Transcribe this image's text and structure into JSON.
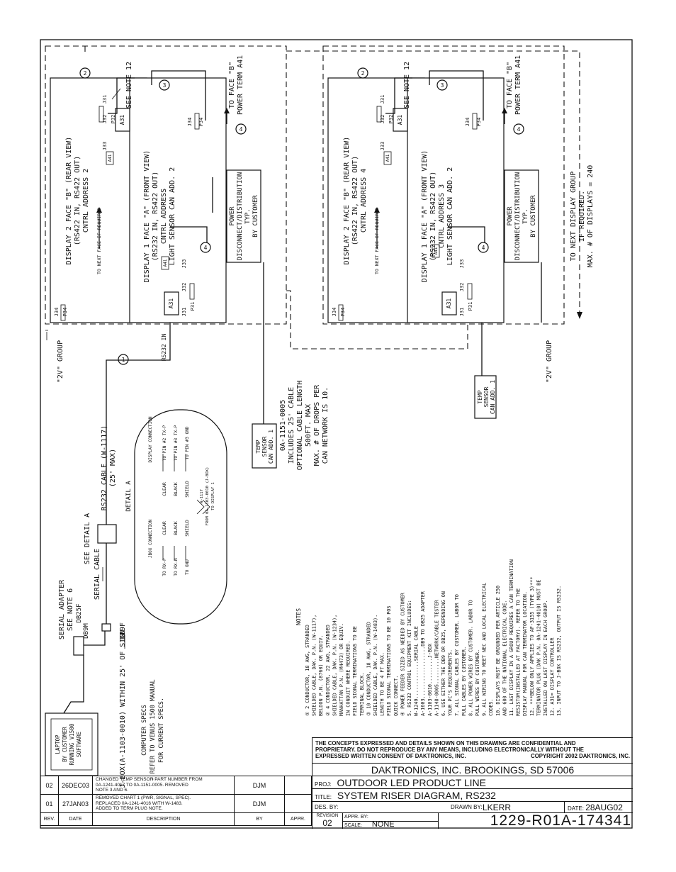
{
  "labels": {
    "group_left": "\"2V\" GROUP",
    "group_right": "\"2V\" GROUP",
    "disp2_line1": "DISPLAY 2  FACE \"B\" (REAR VIEW)",
    "disp2_line2": "(RS422 IN, RS422 OUT)",
    "disp2_addr_left": "CNTRL ADDRESS 2",
    "disp2_addr_right": "CNTRL ADDRESS 4",
    "disp1_line1": "DISPLAY 1  FACE \"A\" (FRONT VIEW)",
    "disp1_line2": "(RS232 IN, RS422 OUT)",
    "disp1_addr_left_a": "CNTRL ADDRESS",
    "disp1_addr_left_b": "LIGHT SENSOR CAN ADD. 2",
    "disp1_addr_right_a": "CNTRL ADDRESS 3",
    "disp1_addr_right_b": "LIGHT SENSOR CAN ADD. 2",
    "a31": "A31",
    "a41": "A41",
    "j31": "J31",
    "j32": "J32",
    "j33": "J33",
    "j34": "J34",
    "p31": "P31",
    "p32": "P32",
    "p34": "P34",
    "next_face": "TO NEXT FACE IF REQUIRED",
    "see_note_12": "SEE NOTE 12",
    "to_face_b_1": "TO FACE \"B\"",
    "to_face_b_2": "POWER TERM A41",
    "power_1": "POWER",
    "power_2": "DISCONNECT/DISTRIBUTION",
    "power_3": "TYP.",
    "power_4": "BY CUSTOMER",
    "rs232_in": "RS232 IN",
    "temp_1": "TEMP",
    "temp_2": "SENSOR",
    "temp_3": "CAN ADD. 1",
    "next_group_1": "TO NEXT DISPLAY GROUP",
    "next_group_2": "IF REQUIRED.",
    "next_group_3": "MAX. # OF DISPLAYS = 240",
    "cable_1": "0A-1151-0005",
    "cable_2": "INCLUDES 25' CABLE",
    "cable_3": "OPTIONAL CABLE LENGTH",
    "cable_4": "500FT. MAX",
    "cable_5": "MAX. # OF DROPS PER",
    "cable_6": "CAN NETWORK IS 10.",
    "see_detail": "SEE DETAIL A",
    "rs232_cable_1": "RS232 CABLE (W-1117)",
    "rs232_cable_2": "(25' MAX)",
    "detail_a": "DETAIL A",
    "jbox_conn": "JBOX CONNECTION",
    "disp_conn": "DISPLAY CONNECTION",
    "clear": "CLEAR",
    "black": "BLACK",
    "shield": "SHIELD",
    "to_rxp": "TO RX-P",
    "to_rxn": "TO RX-N",
    "to_gnd": "TO GND",
    "to_pin2": "TO PIN #2 TX-P",
    "to_pin3a": "TO PIN #3 TX-P",
    "to_pin3b": "TO PIN #3 GND",
    "w1117": "W-1117",
    "from_jbox": "FROM 0A-1103-0010 (J-BOX)",
    "to_display": "TO DISPLAY 1",
    "serial_adapter_1": "SERIAL ADAPTER",
    "serial_adapter_2": "SEE NOTE 6",
    "db25f": "DB25F",
    "db9m": "DB9M",
    "db9f": "DB9F",
    "serial_cable": "SERIAL CABLE",
    "laptop_1": "LAPTOP",
    "laptop_2": "BY CUSTOMER",
    "laptop_3": "RUNNING V1500",
    "laptop_4": "SOFTWARE",
    "jbox": "J-BOX(A-1103-0010) WITHIN 25' OF SIGN",
    "comp_specs_1": "COMPUTER SPECS",
    "comp_specs_2": "- REFER TO VENUS 1500 MANUAL",
    "comp_specs_3": "FOR CURRENT SPECS."
  },
  "bubbles": [
    "1",
    "2",
    "3",
    "4"
  ],
  "notes": {
    "title": "NOTES",
    "items": [
      "① 2 CONDUCTOR, 18 AWG, STRANDED",
      "   SHIELDED CABLE, DAK. P.N. (W-1117),",
      "   BELDON P.N. (8760) OR EQUIV.",
      "② 4 CONDUCTOR, 22 AWG, STRANDED",
      "   SHIELDED CABLE, DAK. P.N. (W-1234),",
      "   MANHATTAN P.N. (M4473) OR EQUIV.",
      "   IN CONDUIT WHERE REQUIRED.",
      "   FIELD SIGNAL TERMINATIONS TO BE",
      "   TERMINAL BLOCK.",
      "③ 10 CONDUCTOR, 18 AWG, STRANDED",
      "   SHIELDED CABLE, DAK. P.N. (W-1483).",
      "   LENGTH TO BE 4 FT MAX.",
      "   FIELD SIGNAL TERMINATIONS TO BE 10 POS",
      "   QUICK CONNECT.",
      "④ POWER FEEDER SIZED AS NEEDED BY CUSTOMER",
      "5. RS232 CONTROL EQUIPMENT KIT INCLUDES:",
      "   W-1249.............SERIAL CABLE",
      "   A-1603..................DB9 TO DB25 ADAPTER",
      "   A-1103-0010.........J-BOX",
      "   A-1148-0005.........NETWORK/CABLE TESTER",
      "6. USE EITHER THE DB9 OR DB25, DEPENDING ON",
      "   YOUR PC'S REQUIREMENTS.",
      "7. ALL SIGNAL CABLES BY CUSTOMER. LABOR TO",
      "   PULL CABLES BY CUSTOMER.",
      "8. ALL POWER WIRES BY CUSTOMER. LABOR TO",
      "   PULL WIRES BY CUSTOMER.",
      "9. ALL WIRING TO MEET NEC AND LOCAL ELECTRICAL",
      "   CODES.",
      "10. DISPLAYS MUST BE GROUNDED PER ARTICLE 250",
      "   AND 600 OF THE NATIONAL ELECTRICAL CODE.",
      "11. LAST DISPLAY IN A GROUP REQUIRES A CAN TERMINATION",
      "   RESISTOR(INSTALLED AT FACTORY). REFER TO THE",
      "   DISPLAY MANUAL FOR CAN TERMINATOR LOCATION.",
      "12. ***BELOW ONLY APPLIES TO AF-3155 (TYPE 3)***",
      "   TERMINATOR PLUG (DAK P.N. 0A-1241-4010) MUST BE",
      "   INSTALLED ON LAST DISPLAY IN EACH GROUP.",
      "12. A31= DISPLAY CONTROLLER",
      "13. INPUT TO J-BOX IS RS232, OUTPUT IS RS232."
    ]
  },
  "title_block": {
    "confidential_1": "THE CONCEPTS EXPRESSED AND DETAILS SHOWN ON THIS DRAWING ARE CONFIDENTIAL AND",
    "confidential_2": "PROPRIETARY. DO NOT REPRODUCE BY ANY MEANS, INCLUDING ELECTRONICALLY WITHOUT THE",
    "confidential_3": "EXPRESSED WRITTEN CONSENT OF DAKTRONICS, INC.",
    "copyright": "COPYRIGHT 2002 DAKTRONICS, INC.",
    "company": "DAKTRONICS, INC.   BROOKINGS, SD 57006",
    "proj_label": "PROJ:",
    "proj": "OUTDOOR LED PRODUCT LINE",
    "title_label": "TITLE:",
    "title": "SYSTEM RISER DIAGRAM, RS232",
    "des_label": "DES. BY:",
    "drawn_label": "DRAWN BY:",
    "drawn": "LKERR",
    "date_label": "DATE:",
    "date": "28AUG02",
    "revision_label": "REVISION",
    "revision": "02",
    "appr_label": "APPR. BY:",
    "scale_label": "SCALE:",
    "scale": "NONE",
    "drawing_no": "1229-R01A-174341"
  },
  "revisions": {
    "headers": [
      "REV.",
      "DATE",
      "DESCRIPTION",
      "BY",
      "APPR."
    ],
    "rows": [
      {
        "rev": "02",
        "date": "26DEC03",
        "desc1": "CHANGED TEMP SENSOR PART NUMBER FROM",
        "desc2": "0A-1241-4017 TO 0A-1151-0005. REMOVED",
        "desc3": "NOTE 3 AND 6.",
        "by": "DJM",
        "appr": ""
      },
      {
        "rev": "01",
        "date": "27JAN03",
        "desc1": "REMOVED CHART 1 (PWR, SIGNAL, SPEC).",
        "desc2": "REPLACED 0A-1241-4016 WITH W-1483.",
        "desc3": "ADDED TO TERM PLUG NOTE.",
        "by": "DJM",
        "appr": ""
      }
    ]
  }
}
